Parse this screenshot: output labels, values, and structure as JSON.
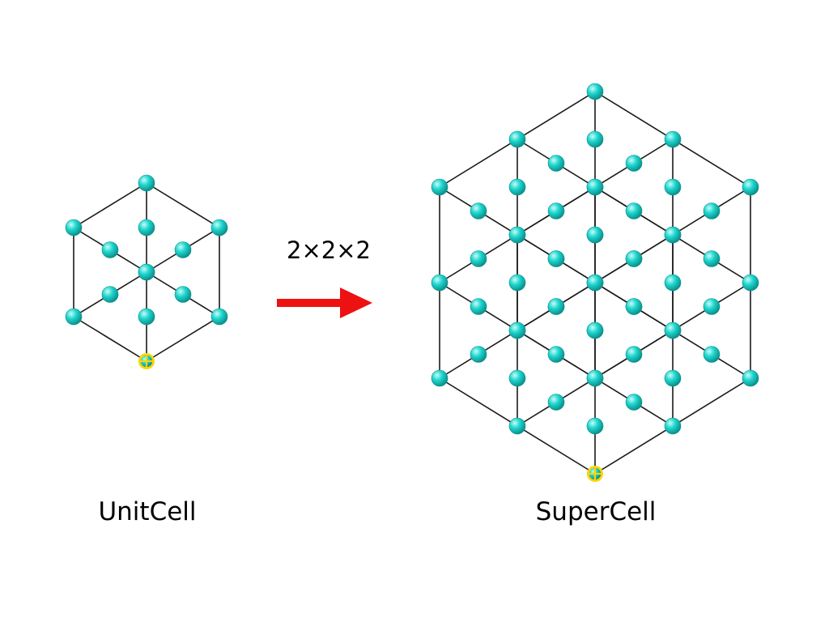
{
  "labels": {
    "unit_cell": "UnitCell",
    "super_cell": "SuperCell",
    "supercell_factor": "2×2×2"
  },
  "colors": {
    "atom": "#1fd6cf",
    "atom_highlight": "#c9fbf7",
    "atom_dark": "#0a8f8a",
    "edge": "#1a1a1a",
    "arrow": "#ee1111",
    "origin_ring": "#ffd400",
    "origin_cross": "#1fd6cf"
  },
  "icons": {
    "arrow": "arrow-right-icon",
    "origin": "origin-marker-icon"
  }
}
